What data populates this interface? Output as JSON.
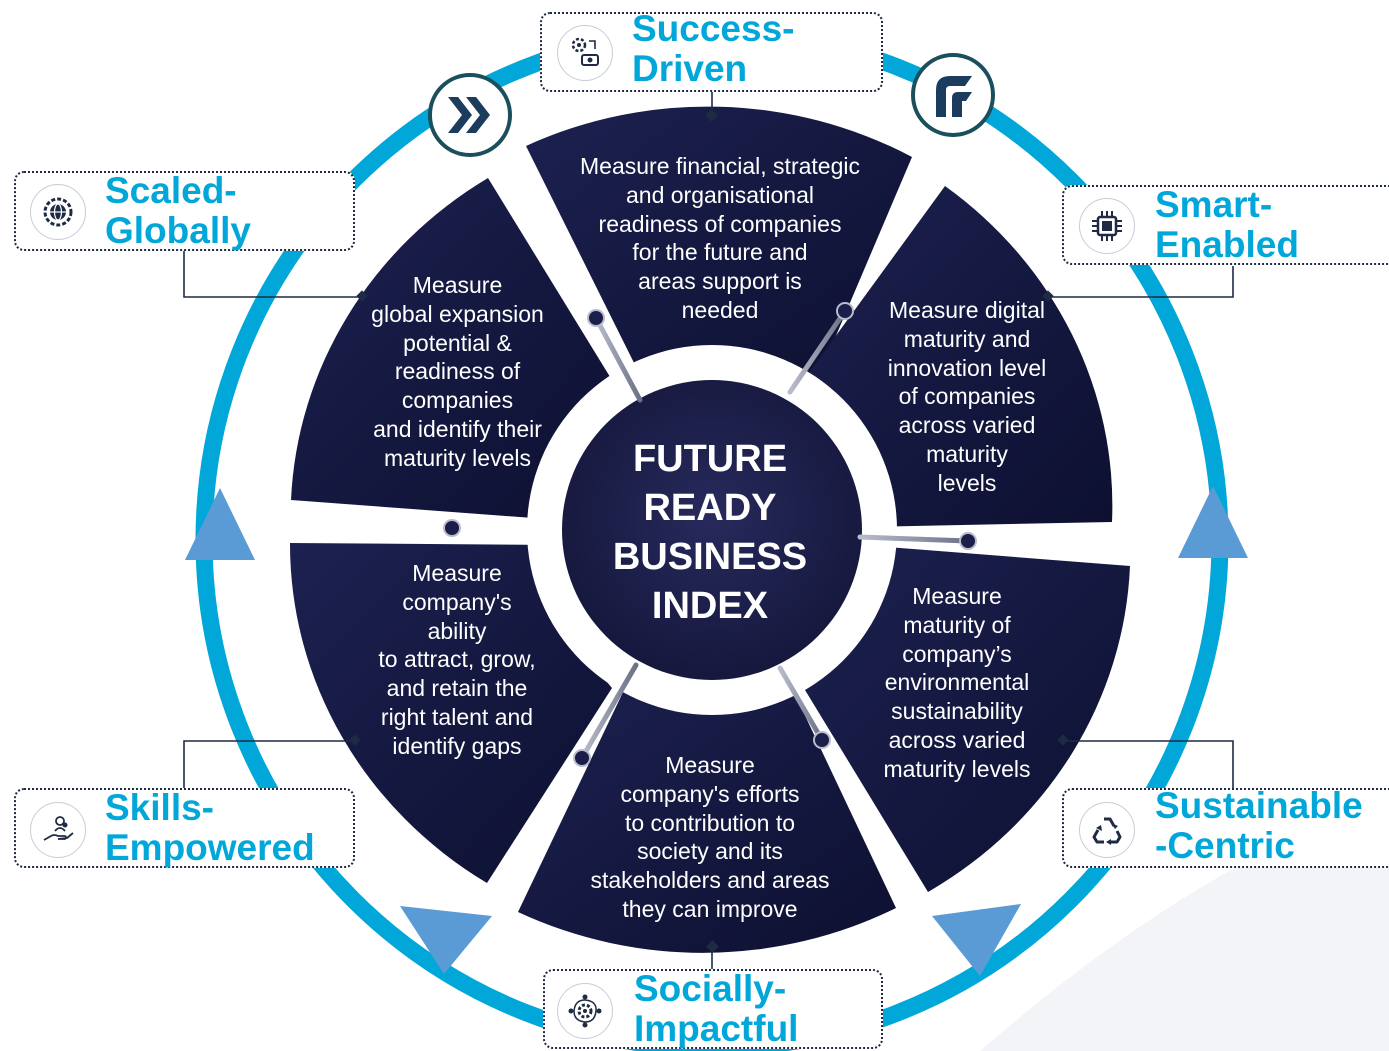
{
  "center": {
    "title": "FUTURE\nREADY\nBUSINESS\nINDEX"
  },
  "colors": {
    "ring": "#00a7d8",
    "arrow": "#5b9bd5",
    "segment": "#141a3e",
    "hub": "#1b1e4b",
    "title": "#00a7d8",
    "dark": "#1f2a44"
  },
  "pillars": [
    {
      "id": "success",
      "title": "Success-\nDriven",
      "icon": "gears-money-icon",
      "description": "Measure financial, strategic\nand organisational\nreadiness of companies\nfor the future and\nareas support is\nneeded"
    },
    {
      "id": "smart",
      "title": "Smart-\nEnabled",
      "icon": "chip-icon",
      "description": "Measure digital\nmaturity and\ninnovation level\nof companies\nacross varied\nmaturity\nlevels"
    },
    {
      "id": "sustainable",
      "title": "Sustainable\n-Centric",
      "icon": "recycle-icon",
      "description": "Measure\nmaturity of\ncompany’s\nenvironmental\nsustainability\nacross varied\nmaturity levels"
    },
    {
      "id": "social",
      "title": "Socially-\nImpactful",
      "icon": "network-gear-icon",
      "description": "Measure\ncompany's efforts\nto contribution to\nsociety and its\nstakeholders and areas\nthey can improve"
    },
    {
      "id": "skills",
      "title": "Skills-\nEmpowered",
      "icon": "hand-person-icon",
      "description": "Measure\ncompany's\nability\nto attract, grow,\nand retain the\nright talent and\nidentify gaps"
    },
    {
      "id": "scaled",
      "title": "Scaled-\nGlobally",
      "icon": "globe-gear-icon",
      "description": "Measure\nglobal expansion\npotential &\nreadiness of\ncompanies\nand identify their\nmaturity levels"
    }
  ],
  "badges": [
    {
      "icon": "chevrons-right-logo-icon"
    },
    {
      "icon": "brand-mark-logo-icon"
    }
  ]
}
